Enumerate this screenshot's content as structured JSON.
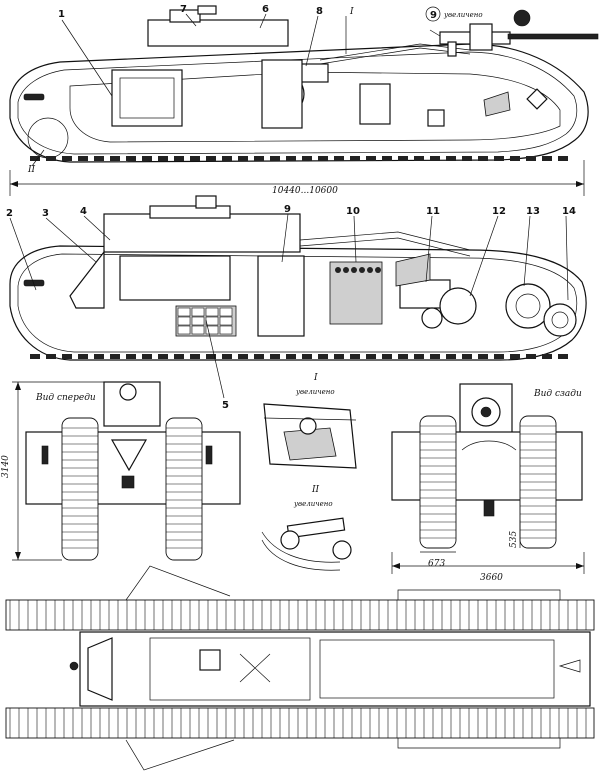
{
  "callouts": {
    "c1": "1",
    "c2": "2",
    "c3": "3",
    "c4": "4",
    "c5": "5",
    "c6": "6",
    "c7": "7",
    "c8": "8",
    "c9": "9",
    "c10": "10",
    "c11": "11",
    "c12": "12",
    "c13": "13",
    "c14": "14"
  },
  "section_marks": {
    "i_top": "I",
    "ii_top": "II",
    "i_detail": "I",
    "ii_detail": "II"
  },
  "labels": {
    "zoom": "увеличено",
    "front_view": "Вид спереди",
    "rear_view": "Вид сзади"
  },
  "dimensions": {
    "length": "10440...10600",
    "height": "3140",
    "width": "3660",
    "track_width": "673",
    "clearance": "535"
  }
}
